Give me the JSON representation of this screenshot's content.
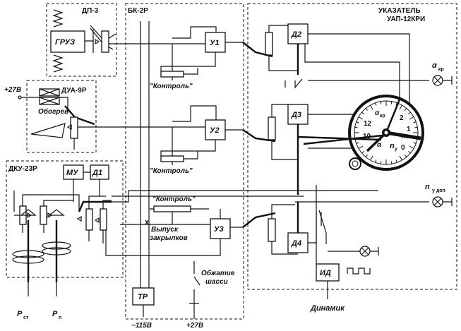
{
  "units": {
    "dp": "ДП-3",
    "bk": "БК-2Р",
    "indicator_line1": "УКАЗАТЕЛЬ",
    "indicator_line2": "УАП-12КРИ",
    "dua": "ДУА-9Р",
    "dku": "ДКУ-23Р"
  },
  "blocks": {
    "gruz": "ГРУЗ",
    "u1": "У1",
    "u2": "У2",
    "u3": "У3",
    "d1": "Д1",
    "d2": "Д2",
    "d3": "Д3",
    "d4": "Д4",
    "mu": "МУ",
    "tr": "ТР",
    "id": "ИД"
  },
  "labels": {
    "kontrol_1": "\"Контроль\"",
    "kontrol_2": "\"Контроль\"",
    "kontrol_3": "\"Контроль\"",
    "obogrev": "Обогрев",
    "v27_top": "+27В",
    "v27_bottom": "+27В",
    "v115": "~115В",
    "vypusk_1": "Выпуск",
    "vypusk_2": "закрылков",
    "obzhatie_1": "Обжатие",
    "obzhatie_2": "шасси",
    "dinamik": "Динамик",
    "p_st_main": "P",
    "p_st_sub": "ст",
    "p_p_main": "P",
    "p_p_sub": "п",
    "alpha_kr_main": "α",
    "alpha_kr_sub": "кр",
    "ny_dop_main": "n",
    "ny_dop_sub": "y доп"
  },
  "gauge": {
    "alpha_kr": "α",
    "alpha_kr_sub": "кр",
    "alpha": "α",
    "ny": "n",
    "ny_sub": "y",
    "uap": "УАП",
    "tick_labels": [
      "12",
      "10",
      "2",
      "1",
      "0"
    ]
  }
}
